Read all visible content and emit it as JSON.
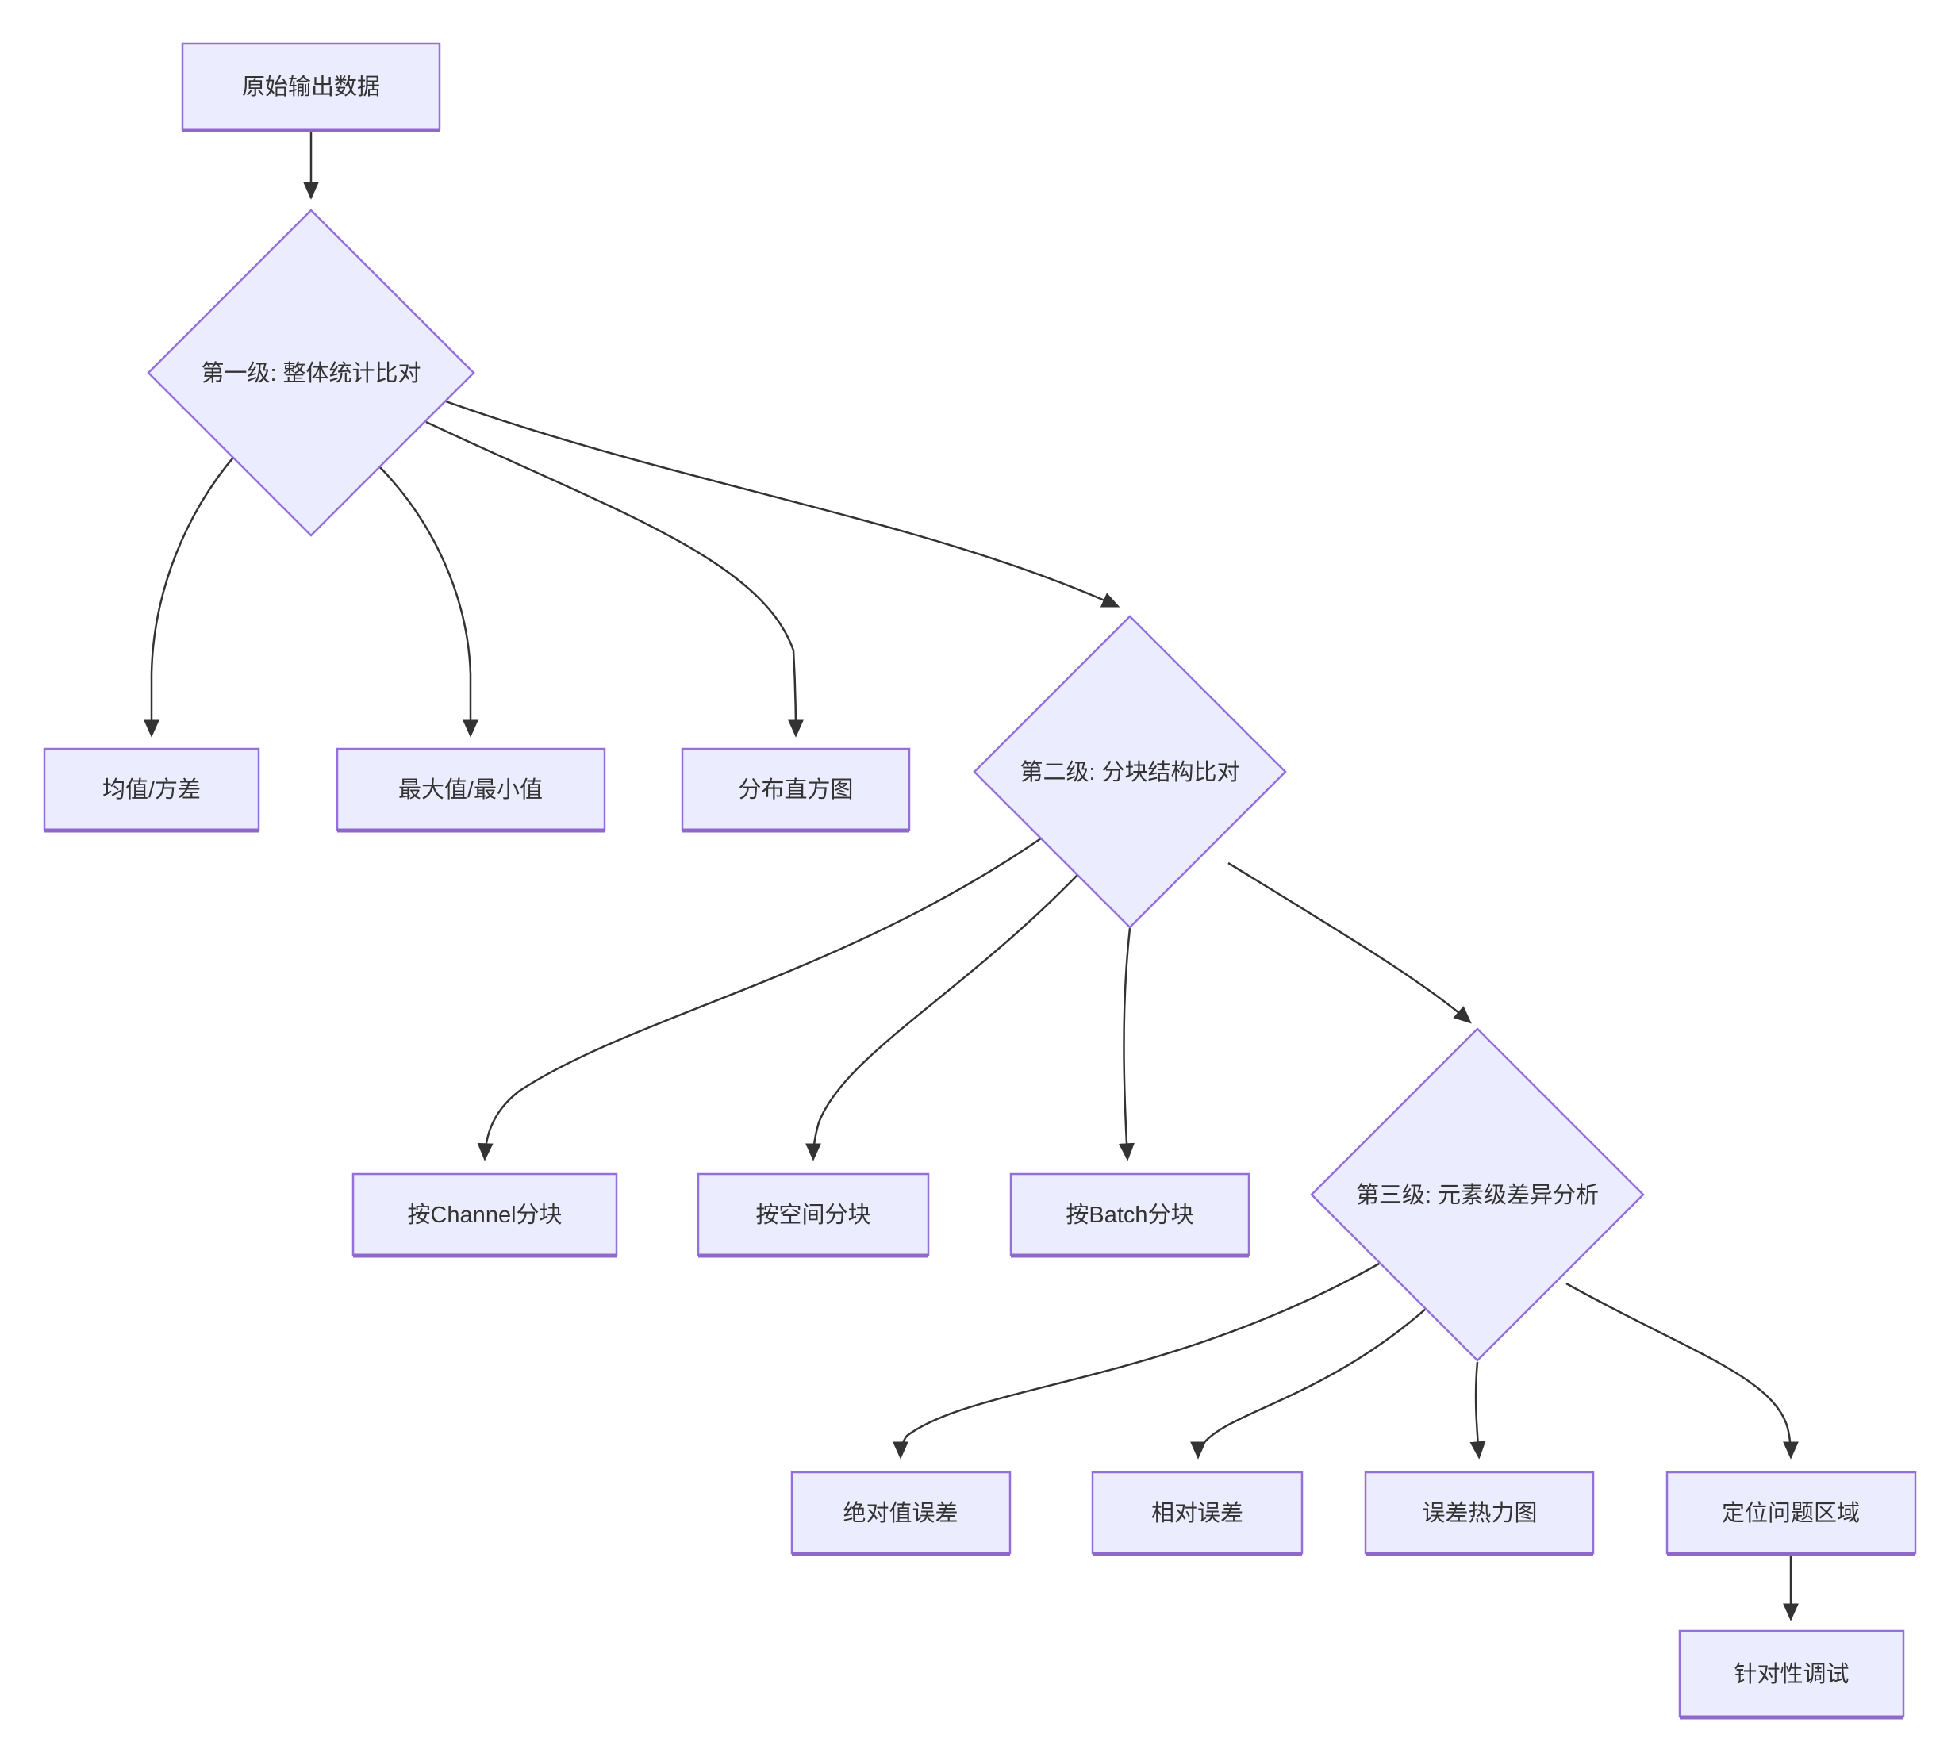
{
  "diagram": {
    "type": "flowchart-top-down",
    "nodes": {
      "raw": {
        "label": "原始输出数据",
        "shape": "rect"
      },
      "l1": {
        "label": "第一级: 整体统计比对",
        "shape": "diamond"
      },
      "b1": {
        "label": "均值/方差",
        "shape": "rect"
      },
      "b2": {
        "label": "最大值/最小值",
        "shape": "rect"
      },
      "b3": {
        "label": "分布直方图",
        "shape": "rect"
      },
      "l2": {
        "label": "第二级: 分块结构比对",
        "shape": "diamond"
      },
      "c1": {
        "label": "按Channel分块",
        "shape": "rect"
      },
      "c2": {
        "label": "按空间分块",
        "shape": "rect"
      },
      "c3": {
        "label": "按Batch分块",
        "shape": "rect"
      },
      "l3": {
        "label": "第三级: 元素级差异分析",
        "shape": "diamond"
      },
      "d1": {
        "label": "绝对值误差",
        "shape": "rect"
      },
      "d2": {
        "label": "相对误差",
        "shape": "rect"
      },
      "d3": {
        "label": "误差热力图",
        "shape": "rect"
      },
      "d4": {
        "label": "定位问题区域",
        "shape": "rect"
      },
      "fin": {
        "label": "针对性调试",
        "shape": "rect"
      }
    },
    "edges": [
      {
        "from": "raw",
        "to": "l1"
      },
      {
        "from": "l1",
        "to": "b1"
      },
      {
        "from": "l1",
        "to": "b2"
      },
      {
        "from": "l1",
        "to": "b3"
      },
      {
        "from": "l1",
        "to": "l2"
      },
      {
        "from": "l2",
        "to": "c1"
      },
      {
        "from": "l2",
        "to": "c2"
      },
      {
        "from": "l2",
        "to": "c3"
      },
      {
        "from": "l2",
        "to": "l3"
      },
      {
        "from": "l3",
        "to": "d1"
      },
      {
        "from": "l3",
        "to": "d2"
      },
      {
        "from": "l3",
        "to": "d3"
      },
      {
        "from": "l3",
        "to": "d4"
      },
      {
        "from": "d4",
        "to": "fin"
      }
    ],
    "colors": {
      "node_fill": "#ECECFF",
      "node_border": "#9370DB",
      "node_border_bottom": "#8f68cc",
      "edge": "#333333",
      "text": "#333333",
      "background": "#ffffff"
    }
  }
}
